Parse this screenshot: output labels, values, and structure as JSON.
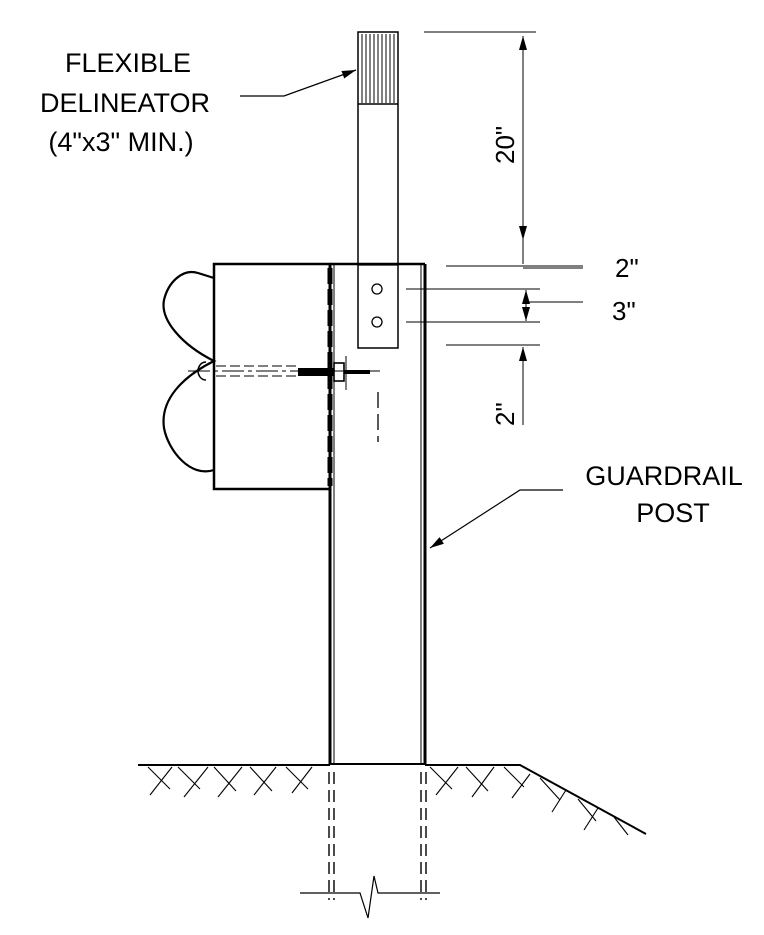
{
  "labels": {
    "delineator_line1": "FLEXIBLE",
    "delineator_line2": "DELINEATOR",
    "delineator_line3": "(4\"x3\" MIN.)",
    "post_line1": "GUARDRAIL",
    "post_line2": "POST"
  },
  "dimensions": {
    "height_20": "20\"",
    "spacing_top": "2\"",
    "spacing_mid": "3\"",
    "spacing_bottom": "2\""
  },
  "colors": {
    "line": "#000000",
    "background": "#ffffff"
  }
}
